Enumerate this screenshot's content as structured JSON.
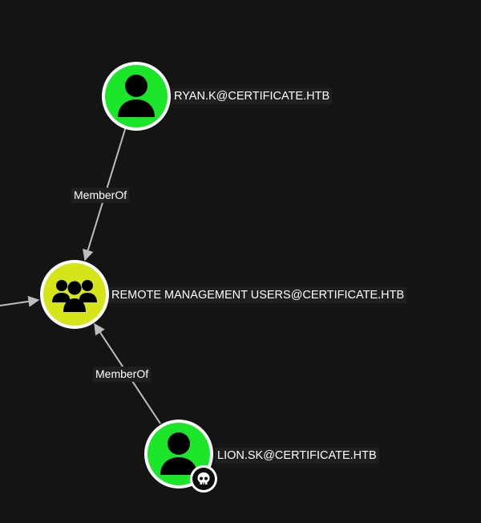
{
  "colors": {
    "background": "#141414",
    "user_node": "#1be62a",
    "group_node": "#d6e51a",
    "edge": "#bdbdbd",
    "label_bg": "#1f1f1f",
    "label_text": "#ffffff"
  },
  "nodes": {
    "ryan": {
      "label": "RYAN.K@CERTIFICATE.HTB",
      "kind": "user",
      "icon": "user-icon"
    },
    "remote_mgmt": {
      "label": "REMOTE MANAGEMENT USERS@CERTIFICATE.HTB",
      "kind": "group",
      "icon": "users-group-icon"
    },
    "lion": {
      "label": "LION.SK@CERTIFICATE.HTB",
      "kind": "user",
      "icon": "user-icon",
      "badge": "skull-icon"
    }
  },
  "edges": {
    "ryan_to_group": {
      "label": "MemberOf"
    },
    "lion_to_group": {
      "label": "MemberOf"
    },
    "offscreen_to_group": {
      "label": ""
    }
  }
}
